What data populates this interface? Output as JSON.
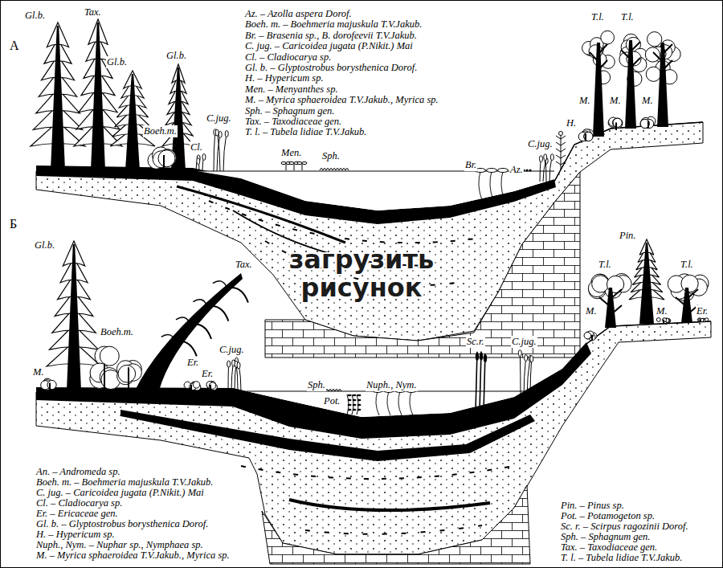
{
  "diagram": {
    "labels": [
      "А",
      "Б",
      "Gl.b.",
      "Tax.",
      "Gl.b.",
      "Gl.b.",
      "Boeh.m.",
      "Cl.",
      "C.jug.",
      "Men.",
      "Sph.",
      "Br.",
      "Az.",
      "H.",
      "C.jug.",
      "T.l.",
      "T.l.",
      "M.",
      "M.",
      "M.",
      "Gl.b.",
      "Tax.",
      "Boeh.m.",
      "C.jug.",
      "Er.",
      "Er.",
      "M.",
      "Sph.",
      "Nuph., Nym.",
      "Pot.",
      "Sc.r.",
      "C.jug.",
      "Pin.",
      "T.l.",
      "T.l.",
      "M.",
      "M.",
      "Er.",
      "загрузить рисунок",
      "Az. – Azolla aspera Dorof.",
      "Boeh. m. – Boehmeria majuskula T.V.Jakub.",
      "Br. – Brasenia sp., B. dorofeevii T.V.Jakub.",
      "C. jug. – Caricoidea jugata (P.Nikit.) Mai",
      "Cl. – Cladiocarya sp.",
      "Gl. b. – Glyptostrobus borysthenica Dorof.",
      "H. – Hypericum sp.",
      "Men. – Menyanthes sp.",
      "M. – Myrica sphaeroidea T.V.Jakub., Myrica sp.",
      "Sph. – Sphagnum gen.",
      "Tax. – Taxodiaceae gen.",
      "T. l. – Tubela lidiae T.V.Jakub.",
      "An. – Andromeda sp.",
      "Boeh. m. – Boehmeria majuskula T.V.Jakub.",
      "C. jug. – Caricoidea jugata (P.Nikit.) Mai",
      "Cl. – Cladiocarya sp.",
      "Er. – Ericaceae gen.",
      "Gl. b. – Glyptostrobus borysthenica Dorof.",
      "H. – Hypericum sp.",
      "Nuph., Nym. – Nuphar sp., Nymphaea sp.",
      "M. – Myrica sphaeroidea T.V.Jakub., Myrica sp.",
      "Pin. – Pinus sp.",
      "Pot. – Potamogeton sp.",
      "Sc. r. – Scirpus ragozinii Dorof.",
      "Sph. – Sphagnum gen.",
      "Tax. – Taxodiaceae gen.",
      "T. l. – Tubela lidiae T.V.Jakub."
    ]
  }
}
